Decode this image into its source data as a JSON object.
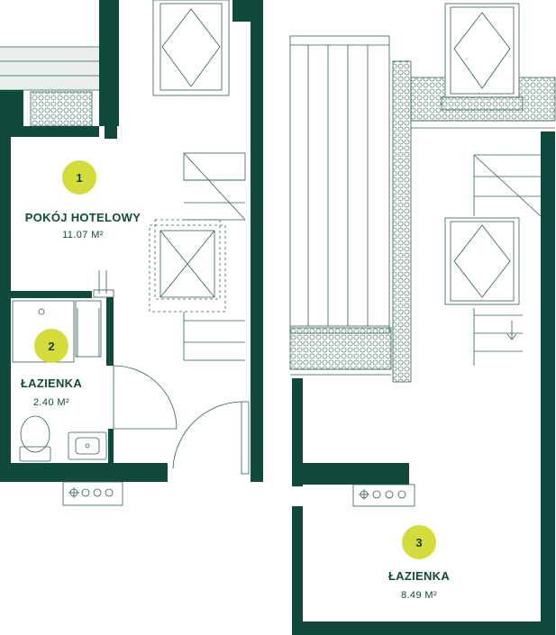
{
  "colors": {
    "wall": "#0f4a3c",
    "badge": "#d4dc3c",
    "line": "#2f5f53",
    "insulation": "#dbe6e0"
  },
  "rooms": [
    {
      "number": "1",
      "name": "POKÓJ HOTELOWY",
      "area": "11.07 M²"
    },
    {
      "number": "2",
      "name": "ŁAZIENKA",
      "area": "2.40 M²"
    },
    {
      "number": "3",
      "name": "ŁAZIENKA",
      "area": "8.49 M²"
    }
  ],
  "icons": [
    "window-icon",
    "staircase-icon",
    "door-icon",
    "toilet-icon",
    "sink-icon",
    "shower-icon",
    "radiator-icon"
  ]
}
